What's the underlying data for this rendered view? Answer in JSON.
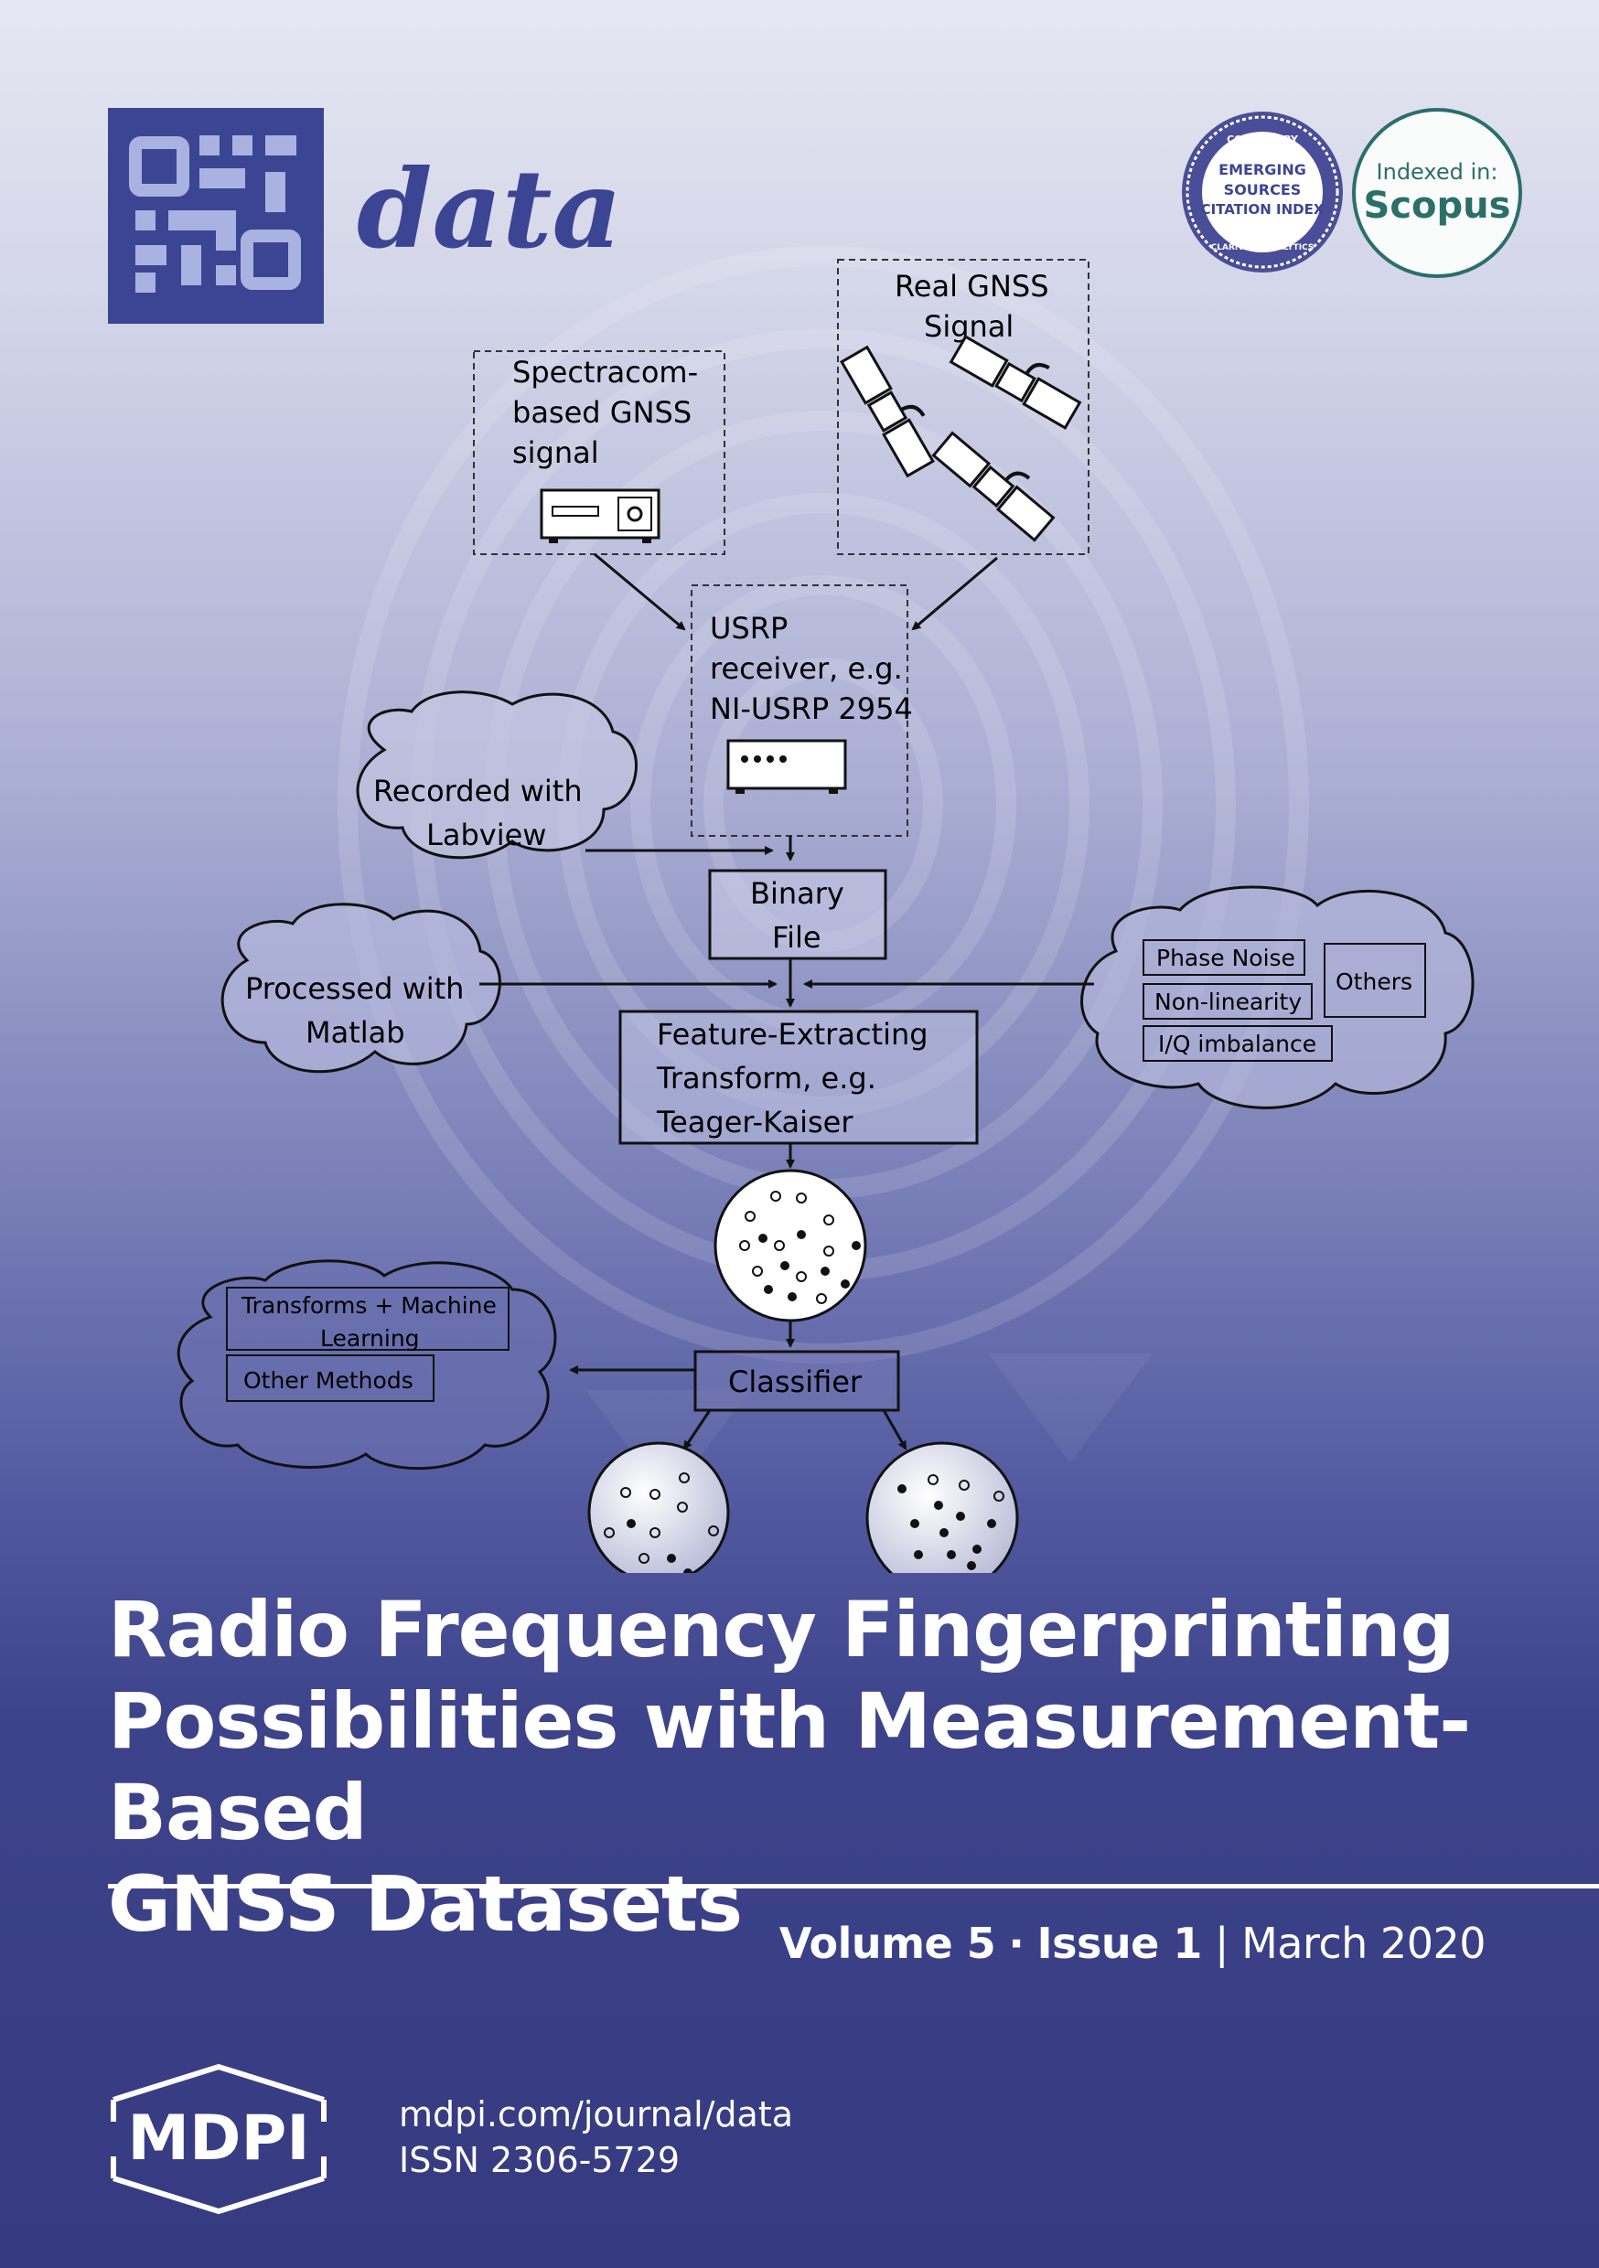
{
  "journal": {
    "name": "data",
    "colors": {
      "brand": "#3c4593",
      "teal": "#2a6f6a"
    }
  },
  "badges": {
    "esci": {
      "top": "COVERED BY",
      "lines": [
        "EMERGING",
        "SOURCES",
        "CITATION INDEX"
      ],
      "bottom": "CLARIVATE ANALYTICS"
    },
    "scopus": {
      "label": "Indexed in:",
      "name": "Scopus"
    }
  },
  "diagram": {
    "spectracom": [
      "Spectracom-",
      "based GNSS",
      "signal"
    ],
    "real_gnss": [
      "Real GNSS",
      "Signal"
    ],
    "usrp": [
      "USRP",
      "receiver, e.g.",
      "NI-USRP 2954"
    ],
    "recorded": [
      "Recorded with",
      "Labview"
    ],
    "binary": [
      "Binary",
      "File"
    ],
    "processed": [
      "Processed with",
      "Matlab"
    ],
    "feature": [
      "Feature-Extracting",
      "Transform, e.g.",
      "Teager-Kaiser"
    ],
    "impairments": {
      "phase_noise": "Phase Noise",
      "non_linearity": "Non-linearity",
      "iq_imbalance": "I/Q imbalance",
      "others": "Others"
    },
    "classifier": "Classifier",
    "methods": {
      "transforms": [
        "Transforms + Machine",
        "Learning"
      ],
      "other": "Other Methods"
    }
  },
  "article": {
    "title_lines": [
      "Radio Frequency Fingerprinting",
      "Possibilities with Measurement-Based",
      "GNSS Datasets"
    ]
  },
  "issue": {
    "volume": "Volume 5",
    "sep": "·",
    "issue": "Issue 1",
    "bar": "|",
    "date": "March 2020"
  },
  "publisher": {
    "logo": "MDPI",
    "url": "mdpi.com/journal/data",
    "issn": "ISSN 2306-5729"
  }
}
